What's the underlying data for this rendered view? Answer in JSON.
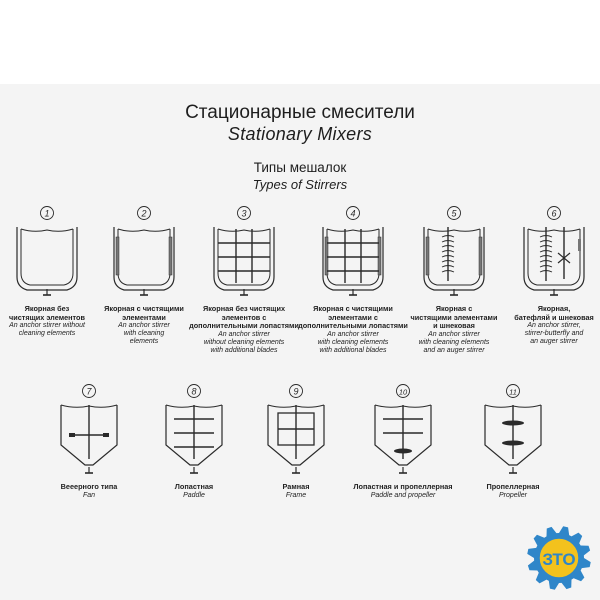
{
  "header": {
    "title_ru": "Стационарные смесители",
    "title_en": "Stationary Mixers",
    "subtitle_ru": "Типы мешалок",
    "subtitle_en": "Types of Stirrers"
  },
  "logo": {
    "text": "ЗТО",
    "gear_color": "#2f86c9",
    "inner_color": "#f3c21d"
  },
  "colors": {
    "line": "#2a2a2a",
    "background": "#f4f4f4"
  },
  "stirrers": [
    {
      "number": "1",
      "type": "anchor",
      "label_ru": "Якорная без\nчистящих элементов",
      "label_en": "An anchor stirrer without\ncleaning elements"
    },
    {
      "number": "2",
      "type": "anchor-clean",
      "label_ru": "Якорная с чистящими\nэлементами",
      "label_en": "An anchor stirrer\nwith cleaning\nelements"
    },
    {
      "number": "3",
      "type": "anchor-blades",
      "label_ru": "Якорная без чистящих\nэлементов с\nдополнительными лопастями",
      "label_en": "An anchor stirrer\nwithout cleaning elements\nwith additional blades"
    },
    {
      "number": "4",
      "type": "anchor-blades-clean",
      "label_ru": "Якорная с чистящими\nэлементами с\nдополнительными лопастями",
      "label_en": "An anchor stirrer\nwith cleaning elements\nwith additional blades"
    },
    {
      "number": "5",
      "type": "anchor-auger",
      "label_ru": "Якорная с\nчистящими элементами\nи шнековая",
      "label_en": "An anchor stirrer\nwith cleaning elements\nand an auger stirrer"
    },
    {
      "number": "6",
      "type": "anchor-butterfly-auger",
      "label_ru": "Якорная,\nбатефляй и шнековая",
      "label_en": "An anchor stirrer,\nstirrer-butterfly and\nan auger stirrer"
    },
    {
      "number": "7",
      "type": "fan",
      "label_ru": "Вееерного типа",
      "label_en": "Fan"
    },
    {
      "number": "8",
      "type": "paddle",
      "label_ru": "Лопастная",
      "label_en": "Paddle"
    },
    {
      "number": "9",
      "type": "frame",
      "label_ru": "Рамная",
      "label_en": "Frame"
    },
    {
      "number": "10",
      "type": "paddle-propeller",
      "label_ru": "Лопастная и пропеллерная",
      "label_en": "Paddle and propeller"
    },
    {
      "number": "11",
      "type": "propeller",
      "label_ru": "Пропеллерная",
      "label_en": "Propeller"
    }
  ]
}
